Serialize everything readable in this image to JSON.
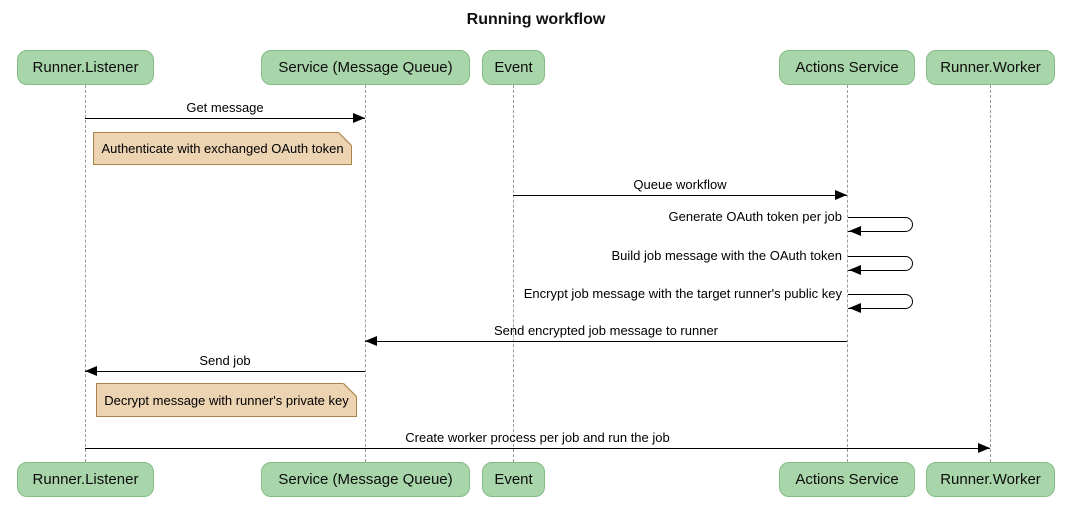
{
  "title": "Running workflow",
  "participants": [
    {
      "name": "Runner.Listener"
    },
    {
      "name": "Service (Message Queue)"
    },
    {
      "name": "Event"
    },
    {
      "name": "Actions Service"
    },
    {
      "name": "Runner.Worker"
    }
  ],
  "messages": [
    {
      "label": "Get message",
      "from": "Runner.Listener",
      "to": "Service (Message Queue)",
      "type": "solid-arrow"
    },
    {
      "label": "Queue workflow",
      "from": "Event",
      "to": "Actions Service",
      "type": "solid-arrow"
    },
    {
      "label": "Generate OAuth token per job",
      "from": "Actions Service",
      "to": "Actions Service",
      "type": "self"
    },
    {
      "label": "Build job message with the OAuth token",
      "from": "Actions Service",
      "to": "Actions Service",
      "type": "self"
    },
    {
      "label": "Encrypt job message with the target runner's public key",
      "from": "Actions Service",
      "to": "Actions Service",
      "type": "self"
    },
    {
      "label": "Send encrypted job message to runner",
      "from": "Actions Service",
      "to": "Service (Message Queue)",
      "type": "solid-arrow"
    },
    {
      "label": "Send job",
      "from": "Service (Message Queue)",
      "to": "Runner.Listener",
      "type": "solid-arrow"
    },
    {
      "label": "Create worker process per job and run the job",
      "from": "Runner.Listener",
      "to": "Runner.Worker",
      "type": "solid-arrow"
    }
  ],
  "notes": [
    {
      "text": "Authenticate with exchanged OAuth token",
      "over": "Runner.Listener"
    },
    {
      "text": "Decrypt message with runner's private key",
      "over": "Runner.Listener"
    }
  ],
  "colors": {
    "participant_fill": "#a8d5aa",
    "participant_border": "#84bc84",
    "note_fill": "#ecd3b2",
    "note_border": "#aa8447",
    "message_line": "#000000",
    "lifeline": "#9a9a9a",
    "background": "#ffffff"
  }
}
